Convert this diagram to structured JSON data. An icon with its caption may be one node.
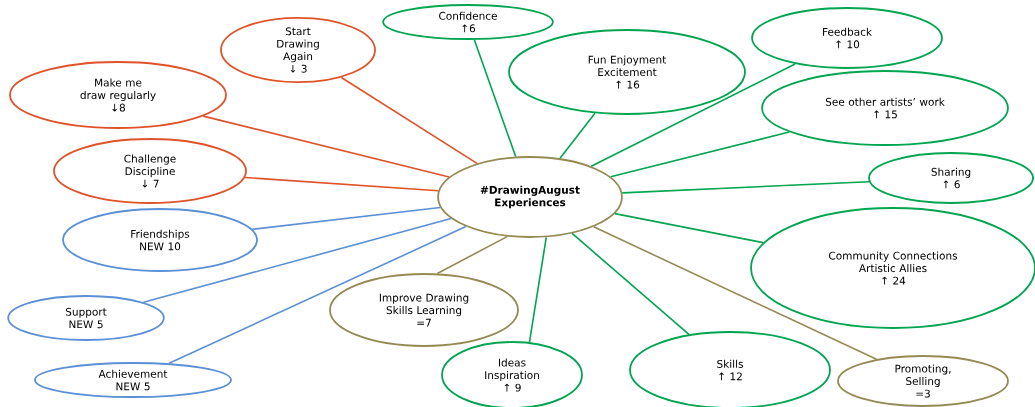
{
  "diagram": {
    "nodes": [
      {
        "text": [
          "#DrawingAugust Experiences"
        ]
      },
      {
        "text": [
          "Confidence",
          "↑6"
        ]
      },
      {
        "text": [
          "Fun  Enjoyment Excitement",
          "↑ 16"
        ]
      },
      {
        "text": [
          "Feedback",
          "↑ 10"
        ]
      },
      {
        "text": [
          "See other artists’ work",
          "↑ 15"
        ]
      },
      {
        "text": [
          "Sharing",
          "↑ 6"
        ]
      },
      {
        "text": [
          "Community Connections Artistic Allies",
          "↑ 24"
        ]
      },
      {
        "text": [
          "Promoting, Selling",
          "=3"
        ]
      },
      {
        "text": [
          "Skills",
          "↑ 12"
        ]
      },
      {
        "text": [
          "Ideas Inspiration",
          "↑ 9"
        ]
      },
      {
        "text": [
          "Improve Drawing Skills Learning",
          "=7"
        ]
      },
      {
        "text": [
          "Achievement",
          "NEW 5"
        ]
      },
      {
        "text": [
          "Support",
          "NEW 5"
        ]
      },
      {
        "text": [
          "Friendships",
          "NEW 10"
        ]
      },
      {
        "text": [
          "Challenge Discipline",
          "↓ 7"
        ]
      },
      {
        "text": [
          "Make me draw regularly",
          "↓8"
        ]
      },
      {
        "text": [
          "Start Drawing Again",
          "↓ 3"
        ]
      }
    ],
    "edges": [
      {
        "from": 0,
        "to": 1,
        "arrow": "none"
      },
      {
        "from": 0,
        "to": 2,
        "arrow": "none"
      },
      {
        "from": 0,
        "to": 3,
        "arrow": "none"
      },
      {
        "from": 0,
        "to": 4,
        "arrow": "none"
      },
      {
        "from": 0,
        "to": 5,
        "arrow": "none"
      },
      {
        "from": 0,
        "to": 6,
        "arrow": "none"
      },
      {
        "from": 0,
        "to": 7,
        "arrow": "none",
        "color": "#948a54"
      },
      {
        "from": 0,
        "to": 8,
        "arrow": "none"
      },
      {
        "from": 0,
        "to": 9,
        "arrow": "none"
      },
      {
        "from": 0,
        "to": 10,
        "arrow": "none",
        "color": "#948a54"
      },
      {
        "from": 0,
        "to": 11,
        "arrow": "none",
        "color": "#5b8fd6"
      },
      {
        "from": 0,
        "to": 12,
        "arrow": "none",
        "color": "#5b8fd6"
      },
      {
        "from": 0,
        "to": 13,
        "arrow": "none",
        "color": "#5b8fd6"
      },
      {
        "from": 0,
        "to": 14,
        "arrow": "none",
        "color": "#e0522a"
      },
      {
        "from": 0,
        "to": 15,
        "arrow": "none",
        "color": "#e0522a"
      },
      {
        "from": 0,
        "to": 16,
        "arrow": "none",
        "color": "#e0522a"
      }
    ]
  }
}
